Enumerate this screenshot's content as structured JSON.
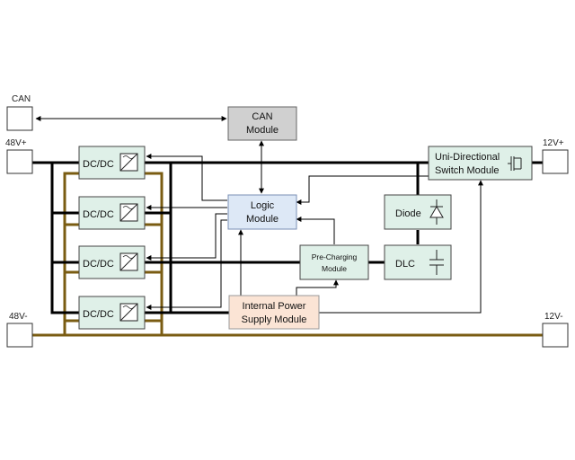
{
  "terminals": {
    "can": "CAN",
    "v48p": "48V+",
    "v48m": "48V-",
    "v12p": "12V+",
    "v12m": "12V-"
  },
  "blocks": {
    "can_module": [
      "CAN",
      "Module"
    ],
    "logic_module": [
      "Logic",
      "Module"
    ],
    "dcdc": "DC/DC",
    "uni_switch": [
      "Uni-Directional",
      "Switch Module"
    ],
    "diode": "Diode",
    "dlc": "DLC",
    "precharging": [
      "Pre-Charging",
      "Module"
    ],
    "internal_power": [
      "Internal Power",
      "Supply Module"
    ]
  },
  "colors": {
    "module_fill": "#dff0e8",
    "can_fill": "#d0d0d0",
    "logic_fill": "#dde8f6",
    "power_fill": "#fbe4d5",
    "ground_line": "#7a5c12",
    "bus_line": "#000000"
  }
}
